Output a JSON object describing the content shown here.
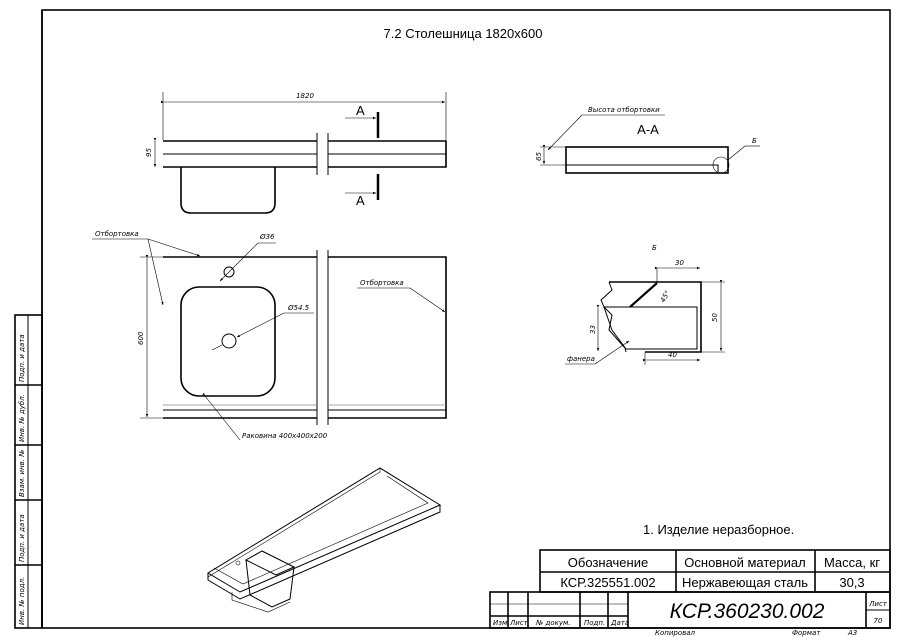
{
  "title": "7.2 Столешница 1820х600",
  "dimensions": {
    "length": "1820",
    "side_height": "95",
    "depth": "600",
    "faucet_hole": "Ø36",
    "drain_hole": "Ø54.5",
    "flange_height": "65",
    "detail_top": "30",
    "detail_height": "50",
    "detail_bottom": "40",
    "detail_ply": "33",
    "detail_angle": "45°"
  },
  "labels": {
    "section_mark": "А",
    "section_title": "А-А",
    "detail_mark": "Б",
    "flange": "Отбортовка",
    "flange_right": "Отбортовка",
    "flange_height": "Высота отбортовки",
    "sink": "Раковина 400х400х200",
    "plywood": "фанера"
  },
  "note": "1. Изделие неразборное.",
  "spec_table": {
    "headers": [
      "Обозначение",
      "Основной материал",
      "Масса, кг"
    ],
    "values": [
      "КСР.325551.002",
      "Нержавеющая сталь",
      "30,3"
    ]
  },
  "title_block": {
    "doc_code": "КСР.360230.002",
    "sheet_label": "Лист",
    "sheet_number": "70",
    "columns": [
      "Изм",
      "Лист",
      "№ докум.",
      "Подп.",
      "Дата"
    ],
    "copied": "Копировал",
    "format_label": "Формат",
    "format": "А3"
  },
  "side_stamp": [
    "Подп. и дата",
    "Инв. № дубл.",
    "Взам. инв. №",
    "Подп. и дата",
    "Инв. № подл."
  ]
}
